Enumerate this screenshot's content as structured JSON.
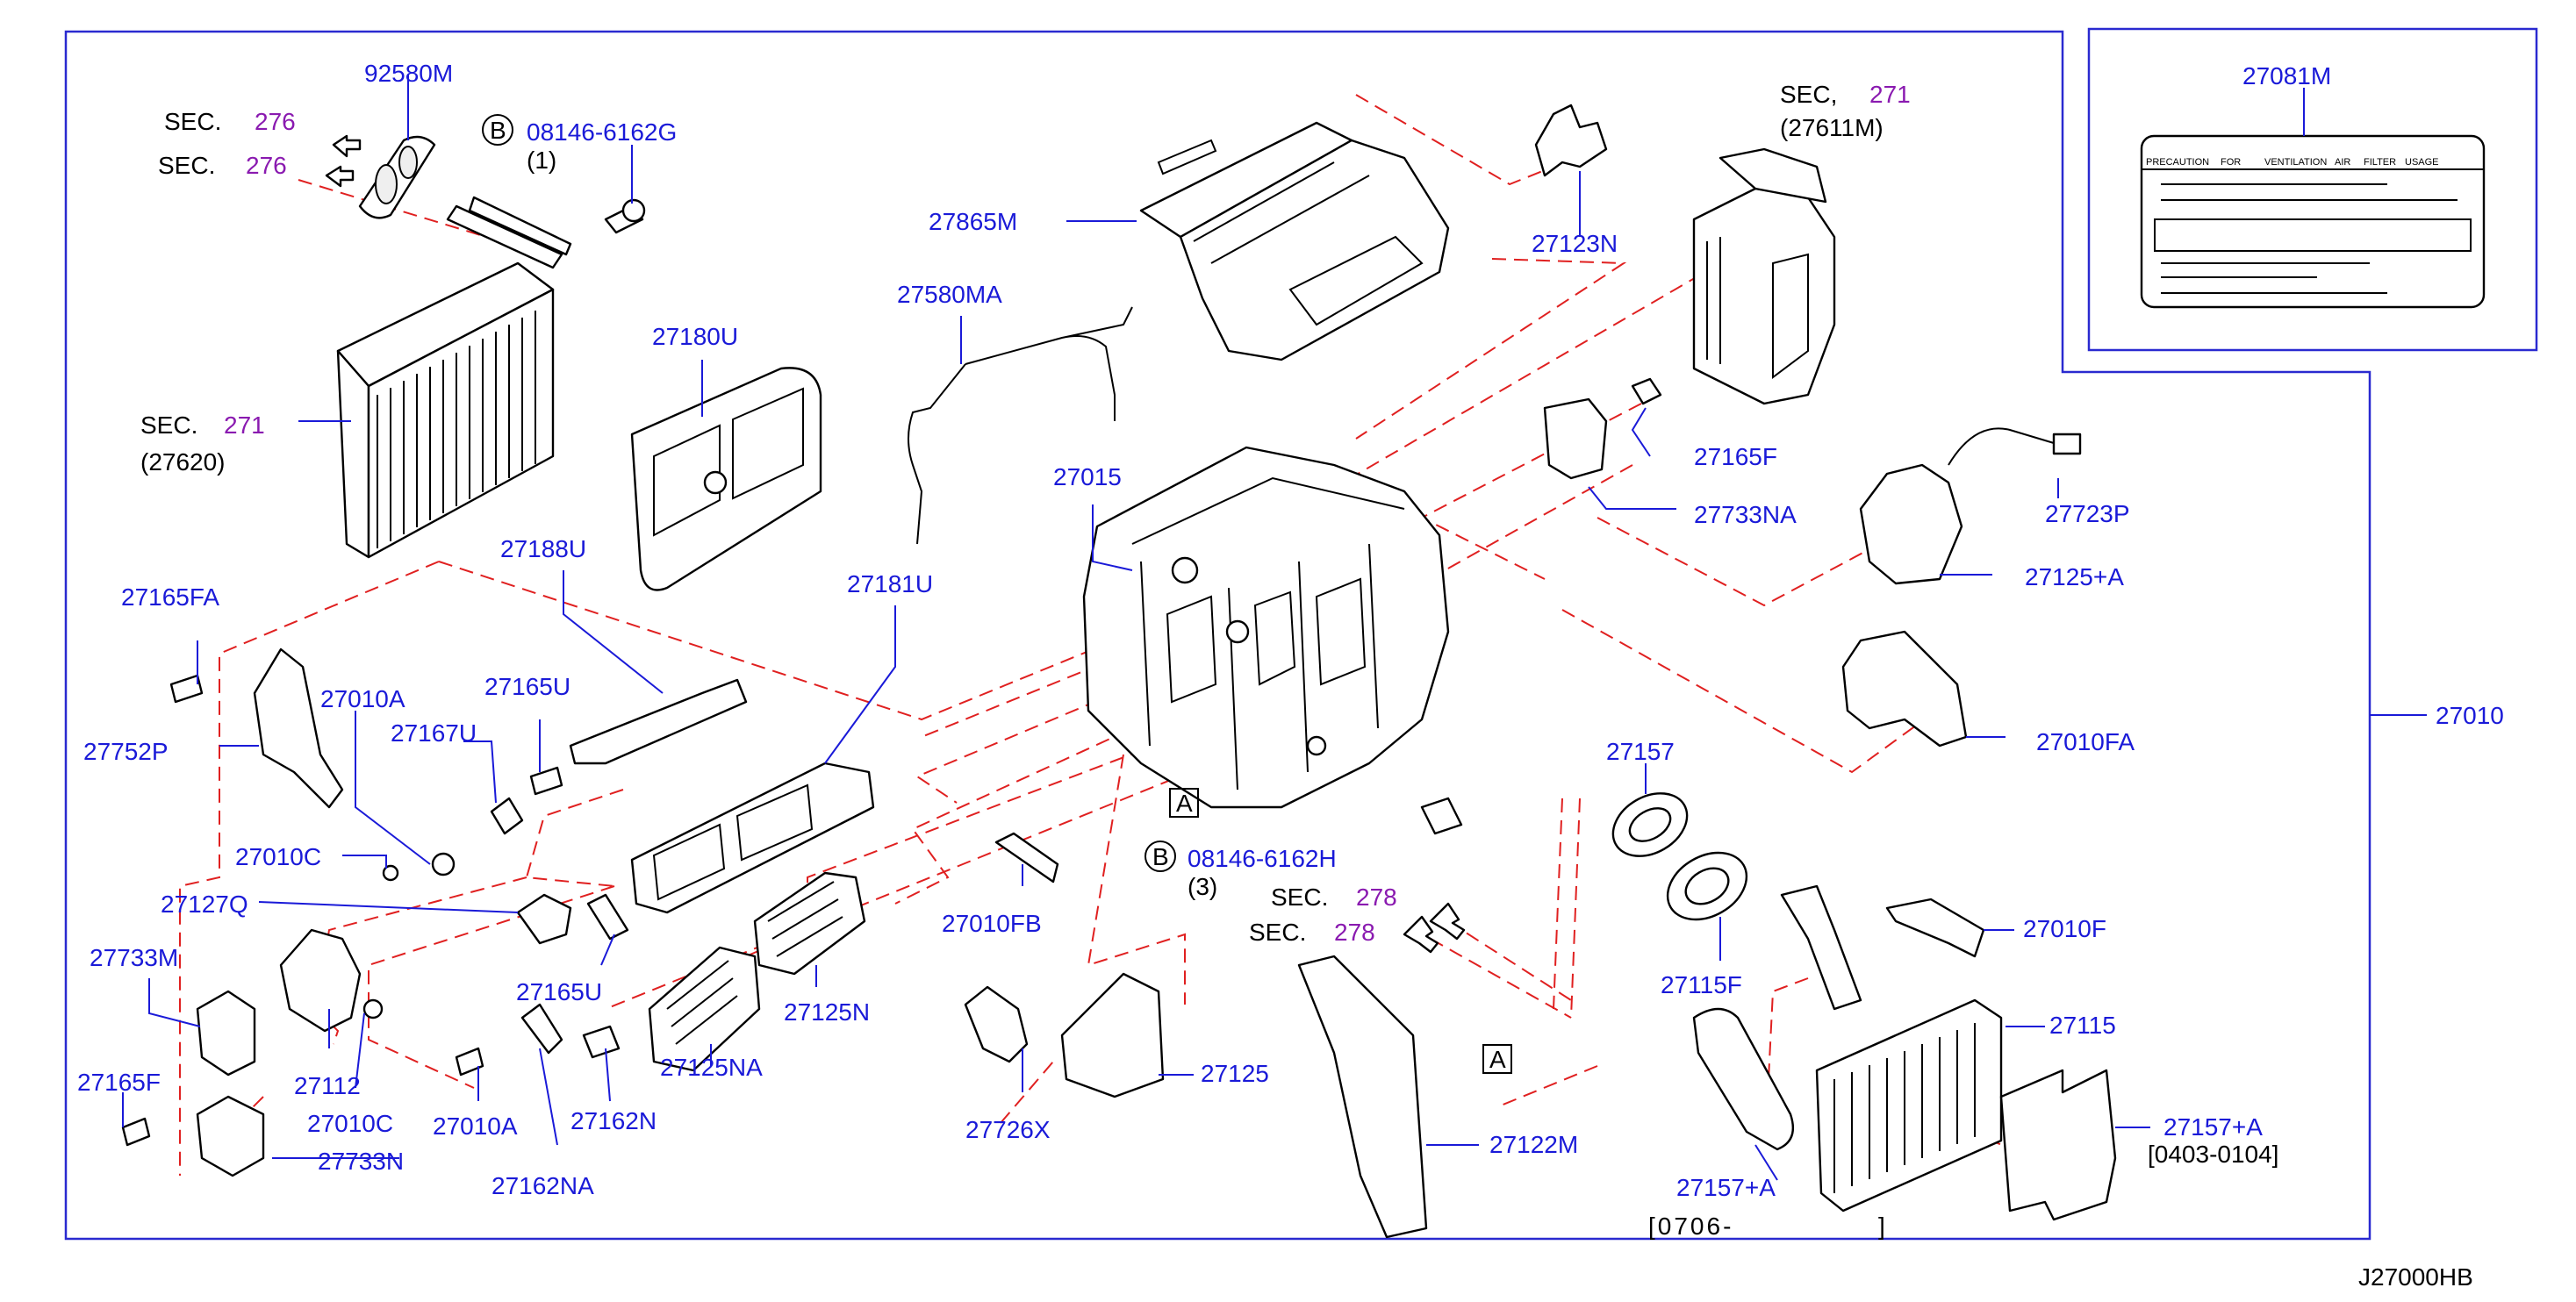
{
  "diagram_code": "J27000HB",
  "frame_label": "27010",
  "label_sheet": {
    "part_no": "27081M",
    "heading_words": [
      "PRECAUTION",
      "FOR",
      "VENTILATION",
      "AIR",
      "FILTER",
      "USAGE"
    ]
  },
  "section_refs": {
    "sec276a": {
      "prefix": "SEC.",
      "num": "276"
    },
    "sec276b": {
      "prefix": "SEC.",
      "num": "276"
    },
    "sec271_evap": {
      "prefix": "SEC.",
      "num": "271",
      "ref": "(27620)"
    },
    "sec271_top": {
      "prefix": "SEC,",
      "num": "271",
      "ref": "(27611M)"
    },
    "sec278a": {
      "prefix": "SEC.",
      "num": "278"
    },
    "sec278b": {
      "prefix": "SEC.",
      "num": "278"
    }
  },
  "bolts": {
    "b1": {
      "symbol": "B",
      "part_no": "08146-6162G",
      "qty": "(1)"
    },
    "b2": {
      "symbol": "B",
      "part_no": "08146-6162H",
      "qty": "(3)"
    }
  },
  "markers": {
    "a1": "A",
    "a2": "A"
  },
  "date_ranges": {
    "r1": "[0403-0104]",
    "r2_start": "[0706-",
    "r2_end": "]"
  },
  "parts": {
    "p92580M": "92580M",
    "p27865M": "27865M",
    "p27123N": "27123N",
    "p27580MA": "27580MA",
    "p27180U": "27180U",
    "p27015": "27015",
    "p27165F_a": "27165F",
    "p27733NA": "27733NA",
    "p27723P": "27723P",
    "p27125A": "27125+A",
    "p27010FA": "27010FA",
    "p27188U": "27188U",
    "p27181U": "27181U",
    "p27165FA": "27165FA",
    "p27752P": "27752P",
    "p27010A_a": "27010A",
    "p27167U": "27167U",
    "p27165U_a": "27165U",
    "p27010C_a": "27010C",
    "p27127Q": "27127Q",
    "p27733M": "27733M",
    "p27165F_b": "27165F",
    "p27112": "27112",
    "p27010C_b": "27010C",
    "p27733N": "27733N",
    "p27010A_b": "27010A",
    "p27162NA": "27162NA",
    "p27162N": "27162N",
    "p27165U_b": "27165U",
    "p27125NA": "27125NA",
    "p27125N": "27125N",
    "p27010FB": "27010FB",
    "p27726X": "27726X",
    "p27125": "27125",
    "p27122M": "27122M",
    "p27157": "27157",
    "p27115F": "27115F",
    "p27010F": "27010F",
    "p27115": "27115",
    "p27157A_a": "27157+A",
    "p27157A_b": "27157+A"
  }
}
